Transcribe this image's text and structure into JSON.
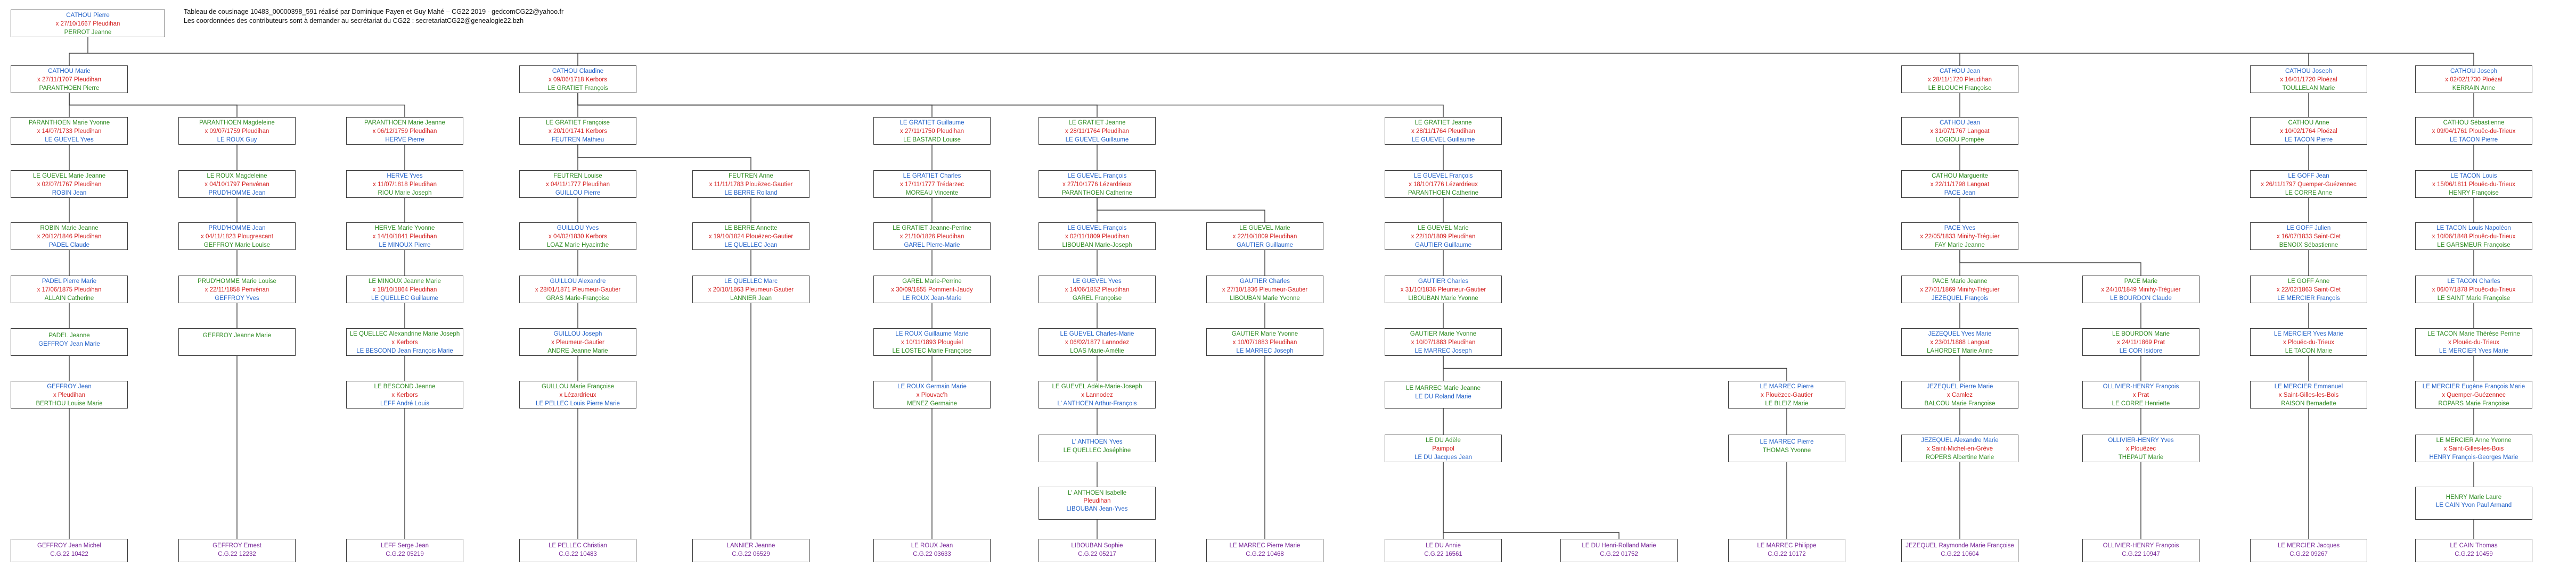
{
  "header": {
    "line1": "Tableau de cousinage 10483_00000398_591 réalisé par Dominique Payen et Guy Mahé – CG22 2019 - gedcomCG22@yahoo.fr",
    "line2": "Les coordonnées des contributeurs sont à demander au secrétariat du CG22 :  secretariatCG22@genealogie22.bzh"
  },
  "colors": {
    "name": "#2563c9",
    "name_green": "#2e8b22",
    "date": "#d42020",
    "spouse": "#2e8b22",
    "descendant": "#7a2a9a",
    "border": "#3a3a3a"
  },
  "boxes": [
    {
      "id": "r0",
      "name": "CATHOU Pierre",
      "date": "x 27/10/1667 Pleudihan",
      "spouse": "PERROT Jeanne"
    },
    {
      "id": "a1",
      "name": "CATHOU Marie",
      "date": "x 27/11/1707 Pleudihan",
      "spouse": "PARANTHOEN Pierre"
    },
    {
      "id": "a2",
      "name": "CATHOU Claudine",
      "date": "x 09/06/1718 Kerbors",
      "spouse": "LE GRATIET François"
    },
    {
      "id": "a3",
      "name": "CATHOU Jean",
      "date": "x 28/11/1720 Pleudihan",
      "spouse": "LE BLOUCH Françoise"
    },
    {
      "id": "a4",
      "name": "CATHOU Joseph",
      "date": "x 16/01/1720 Ploézal",
      "spouse": "TOULLELAN Marie"
    },
    {
      "id": "a5",
      "name": "CATHOU Joseph",
      "date": "x 02/02/1730 Ploézal",
      "spouse": "KERRAIN Anne"
    },
    {
      "id": "b1",
      "name": "PARANTHOEN Marie Yvonne",
      "date": "x 14/07/1733 Pleudihan",
      "spouse": "LE GUEVEL Yves",
      "green": true
    },
    {
      "id": "b2",
      "name": "PARANTHOEN Magdeleine",
      "date": "x 09/07/1759 Pleudihan",
      "spouse": "LE ROUX Guy",
      "green": true
    },
    {
      "id": "b3",
      "name": "PARANTHOEN Marie Jeanne",
      "date": "x 06/12/1759 Pleudihan",
      "spouse": "HERVE Pierre",
      "green": true
    },
    {
      "id": "b4",
      "name": "LE GRATIET Françoise",
      "date": "x 20/10/1741 Kerbors",
      "spouse": "FEUTREN Mathieu",
      "green": true
    },
    {
      "id": "b5",
      "name": "LE GRATIET Guillaume",
      "date": "x 27/11/1750 Pleudihan",
      "spouse": "LE BASTARD Louise"
    },
    {
      "id": "b6",
      "name": "LE GRATIET Jeanne",
      "date": "x 28/11/1764 Pleudihan",
      "spouse": "LE GUEVEL Guillaume",
      "green": true
    },
    {
      "id": "b7",
      "name": "LE GRATIET Jeanne",
      "date": "x 28/11/1764 Pleudihan",
      "spouse": "LE GUEVEL Guillaume",
      "green": true
    },
    {
      "id": "b8",
      "name": "CATHOU Jean",
      "date": "x 31/07/1767 Langoat",
      "spouse": "LOGIOU Pompée"
    },
    {
      "id": "b9",
      "name": "CATHOU Anne",
      "date": "x 10/02/1764 Ploézal",
      "spouse": "LE TACON Pierre",
      "green": true
    },
    {
      "id": "b10",
      "name": "CATHOU Sébastienne",
      "date": "x 09/04/1761 Plouëc-du-Trieux",
      "spouse": "LE TACON Pierre",
      "green": true
    },
    {
      "id": "c1",
      "name": "LE GUEVEL Marie Jeanne",
      "date": "x 02/07/1767 Pleudihan",
      "spouse": "ROBIN Jean",
      "green": true
    },
    {
      "id": "c2",
      "name": "LE ROUX Magdeleine",
      "date": "x 04/10/1797 Penvénan",
      "spouse": "PRUD'HOMME Jean",
      "green": true
    },
    {
      "id": "c3",
      "name": "HERVE Yves",
      "date": "x 11/07/1818 Pleudihan",
      "spouse": "RIOU Marie Joseph"
    },
    {
      "id": "c4",
      "name": "FEUTREN Louise",
      "date": "x 04/11/1777 Pleudihan",
      "spouse": "GUILLOU Pierre",
      "green": true
    },
    {
      "id": "c5",
      "name": "FEUTREN Anne",
      "date": "x 11/11/1783 Plouëzec-Gautier",
      "spouse": "LE BERRE Rolland",
      "green": true
    },
    {
      "id": "c6",
      "name": "LE GRATIET Charles",
      "date": "x 17/11/1777 Trédarzec",
      "spouse": "MOREAU Vincente"
    },
    {
      "id": "c7",
      "name": "LE GUEVEL François",
      "date": "x 27/10/1776 Lézardrieux",
      "spouse": "PARANTHOEN Catherine"
    },
    {
      "id": "c8",
      "name": "LE GUEVEL François",
      "date": "x 18/10/1776 Lézardrieux",
      "spouse": "PARANTHOEN Catherine"
    },
    {
      "id": "c9",
      "name": "CATHOU Marguerite",
      "date": "x 22/11/1798 Langoat",
      "spouse": "PACE Jean",
      "green": true
    },
    {
      "id": "c10",
      "name": "LE GOFF Jean",
      "date": "x 26/11/1797 Quemper-Guézennec",
      "spouse": "LE CORRE Anne"
    },
    {
      "id": "c11",
      "name": "LE TACON Louis",
      "date": "x 15/06/1811 Plouëc-du-Trieux",
      "spouse": "HENRY Françoise"
    },
    {
      "id": "d1",
      "name": "ROBIN Marie Jeanne",
      "date": "x 20/12/1846 Pleudihan",
      "spouse": "PADEL Claude",
      "green": true
    },
    {
      "id": "d2",
      "name": "PRUD'HOMME Jean",
      "date": "x 04/11/1823 Plougrescant",
      "spouse": "GEFFROY Marie Louise"
    },
    {
      "id": "d3",
      "name": "HERVE Marie Yvonne",
      "date": "x 14/10/1841 Pleudihan",
      "spouse": "LE MINOUX Pierre",
      "green": true
    },
    {
      "id": "d4",
      "name": "GUILLOU Yves",
      "date": "x 04/02/1830 Kerbors",
      "spouse": "LOAZ Marie Hyacinthe"
    },
    {
      "id": "d5",
      "name": "LE BERRE Annette",
      "date": "x 19/10/1824 Plouëzec-Gautier",
      "spouse": "LE QUELLEC Jean",
      "green": true
    },
    {
      "id": "d6",
      "name": "LE GRATIET Jeanne-Perrine",
      "date": "x 21/10/1826 Pleudihan",
      "spouse": "GAREL Pierre-Marie",
      "green": true
    },
    {
      "id": "d7",
      "name": "LE GUEVEL François",
      "date": "x 02/11/1809 Pleudihan",
      "spouse": "LIBOUBAN Marie-Joseph"
    },
    {
      "id": "d8",
      "name": "LE GUEVEL Marie",
      "date": "x 22/10/1809 Pleudihan",
      "spouse": "GAUTIER Guillaume",
      "green": true
    },
    {
      "id": "d9",
      "name": "LE GUEVEL Marie",
      "date": "x 22/10/1809 Pleudihan",
      "spouse": "GAUTIER Guillaume",
      "green": true
    },
    {
      "id": "d10",
      "name": "PACE Yves",
      "date": "x 22/05/1833 Minihy-Tréguier",
      "spouse": "FAY Marie Jeanne"
    },
    {
      "id": "d11",
      "name": "LE GOFF Julien",
      "date": "x 16/07/1833 Saint-Clet",
      "spouse": "BENOIX Sébastienne"
    },
    {
      "id": "d12",
      "name": "LE TACON Louis Napoléon",
      "date": "x 10/06/1848 Plouëc-du-Trieux",
      "spouse": "LE GARSMEUR Françoise"
    },
    {
      "id": "e1",
      "name": "PADEL Pierre Marie",
      "date": "x 17/06/1875 Pleudihan",
      "spouse": "ALLAIN Catherine"
    },
    {
      "id": "e2",
      "name": "PRUD'HOMME Marie Louise",
      "date": "x 22/11/1858 Penvénan",
      "spouse": "GEFFROY Yves",
      "green": true
    },
    {
      "id": "e3",
      "name": "LE MINOUX Jeanne Marie",
      "date": "x 18/10/1864 Pleudihan",
      "spouse": "LE QUELLEC Guillaume",
      "green": true
    },
    {
      "id": "e4",
      "name": "GUILLOU Alexandre",
      "date": "x 28/01/1871 Pleumeur-Gautier",
      "spouse": "GRAS Marie-Françoise"
    },
    {
      "id": "e5",
      "name": "LE QUELLEC Marc",
      "date": "x 20/10/1863 Pleumeur-Gautier",
      "spouse": "LANNIER Jean"
    },
    {
      "id": "e6",
      "name": "GAREL Marie-Perrine",
      "date": "x 30/09/1855 Pommerit-Jaudy",
      "spouse": "LE ROUX Jean-Marie",
      "green": true
    },
    {
      "id": "e7",
      "name": "LE GUEVEL Yves",
      "date": "x 14/06/1852 Pleudihan",
      "spouse": "GAREL Françoise"
    },
    {
      "id": "e8",
      "name": "GAUTIER Charles",
      "date": "x 27/10/1836 Pleumeur-Gautier",
      "spouse": "LIBOUBAN Marie Yvonne"
    },
    {
      "id": "e9",
      "name": "GAUTIER Charles",
      "date": "x 31/10/1836 Pleumeur-Gautier",
      "spouse": "LIBOUBAN Marie Yvonne"
    },
    {
      "id": "e10",
      "name": "PACE Marie Jeanne",
      "date": "x 27/01/1869 Minihy-Tréguier",
      "spouse": "JEZEQUEL François",
      "green": true
    },
    {
      "id": "e11",
      "name": "PACE Marie",
      "date": "x 24/10/1849 Minihy-Tréguier",
      "spouse": "LE BOURDON Claude",
      "green": true
    },
    {
      "id": "e12",
      "name": "LE GOFF Anne",
      "date": "x 22/02/1863 Saint-Clet",
      "spouse": "LE MERCIER François",
      "green": true
    },
    {
      "id": "e13",
      "name": "LE TACON Charles",
      "date": "x 06/07/1878 Plouëc-du-Trieux",
      "spouse": "LE SAINT Marie Françoise"
    },
    {
      "id": "f1",
      "name": "PADEL Jeanne",
      "date": "",
      "spouse": "GEFFROY Jean Marie",
      "green": true
    },
    {
      "id": "f2",
      "name": "GEFFROY Jeanne Marie",
      "date": "",
      "spouse": "",
      "green": true
    },
    {
      "id": "f3",
      "name": "LE QUELLEC Alexandrine Marie Joseph",
      "date": "x          Kerbors",
      "spouse": "LE BESCOND Jean François Marie",
      "green": true
    },
    {
      "id": "f4",
      "name": "GUILLOU Joseph",
      "date": "x          Pleumeur-Gautier",
      "spouse": "ANDRE Jeanne Marie"
    },
    {
      "id": "f5",
      "name": "LE ROUX Guillaume Marie",
      "date": "x 10/11/1893 Plouguiel",
      "spouse": "LE LOSTEC Marie Françoise"
    },
    {
      "id": "f6",
      "name": "LE GUEVEL Charles-Marie",
      "date": "x 06/02/1877 Lannodez",
      "spouse": "LOAS Marie-Amélie"
    },
    {
      "id": "f7",
      "name": "GAUTIER Marie Yvonne",
      "date": "x 10/07/1883 Pleudihan",
      "spouse": "LE MARREC Joseph",
      "green": true
    },
    {
      "id": "f8",
      "name": "GAUTIER Marie Yvonne",
      "date": "x 10/07/1883 Pleudihan",
      "spouse": "LE MARREC Joseph",
      "green": true
    },
    {
      "id": "f9",
      "name": "JEZEQUEL Yves Marie",
      "date": "x 23/01/1888 Langoat",
      "spouse": "LAHORDET Marie Anne"
    },
    {
      "id": "f10",
      "name": "LE BOURDON Marie",
      "date": "x 24/11/1869 Prat",
      "spouse": "LE COR Isidore",
      "green": true
    },
    {
      "id": "f11",
      "name": "LE MERCIER Yves Marie",
      "date": "x          Plouëc-du-Trieux",
      "spouse": "LE TACON Marie"
    },
    {
      "id": "f12",
      "name": "LE TACON Marie Thérèse Perrine",
      "date": "x          Plouëc-du-Trieux",
      "spouse": "LE MERCIER Yves Marie",
      "green": true
    },
    {
      "id": "g1",
      "name": "GEFFROY Jean",
      "date": "x          Pleudihan",
      "spouse": "BERTHOU Louise Marie"
    },
    {
      "id": "g2",
      "name": "LE BESCOND Jeanne",
      "date": "x          Kerbors",
      "spouse": "LEFF André Louis",
      "green": true
    },
    {
      "id": "g3",
      "name": "GUILLOU Marie Françoise",
      "date": "x          Lézardrieux",
      "spouse": "LE PELLEC Louis Pierre Marie",
      "green": true
    },
    {
      "id": "g4",
      "name": "LE ROUX Germain Marie",
      "date": "x          Plouvac'h",
      "spouse": "MENEZ Germaine"
    },
    {
      "id": "g5",
      "name": "LE GUEVEL Adèle-Marie-Joseph",
      "date": "x          Lannodez",
      "spouse": "L' ANTHOEN Arthur-François",
      "green": true
    },
    {
      "id": "g6",
      "name": "LE MARREC Marie Jeanne",
      "date": "",
      "spouse": "LE DU Roland Marie",
      "green": true
    },
    {
      "id": "g7",
      "name": "LE MARREC Pierre",
      "date": "x          Plouëzec-Gautier",
      "spouse": "LE BLEIZ Marie"
    },
    {
      "id": "g8",
      "name": "JEZEQUEL Pierre Marie",
      "date": "x          Camlez",
      "spouse": "BALCOU Marie Françoise"
    },
    {
      "id": "g9",
      "name": "OLLIVIER-HENRY François",
      "date": "x          Prat",
      "spouse": "LE CORRE Henriette"
    },
    {
      "id": "g10",
      "name": "LE MERCIER Emmanuel",
      "date": "x          Saint-Gilles-les-Bois",
      "spouse": "RAISON Bernadette"
    },
    {
      "id": "g11",
      "name": "LE MERCIER Eugène François Marie",
      "date": "x          Quemper-Guézennec",
      "spouse": "ROPARS Marie Françoise"
    },
    {
      "id": "h1",
      "name": "L' ANTHOEN Yves",
      "date": "",
      "spouse": "LE QUELLEC Joséphine"
    },
    {
      "id": "h2",
      "name": "LE DU Adèle",
      "date": "Paimpol",
      "spouse": "LE DU Jacques Jean",
      "green": true
    },
    {
      "id": "h3",
      "name": "LE MARREC Pierre",
      "date": "",
      "spouse": "THOMAS Yvonne"
    },
    {
      "id": "h4",
      "name": "JEZEQUEL Alexandre Marie",
      "date": "x          Saint-Michel-en-Grève",
      "spouse": "ROPERS Albertine Marie"
    },
    {
      "id": "h5",
      "name": "OLLIVIER-HENRY Yves",
      "date": "x          Plouëzec",
      "spouse": "THEPAUT Marie"
    },
    {
      "id": "h6",
      "name": "LE MERCIER Anne Yvonne",
      "date": "x          Saint-Gilles-les-Bois",
      "spouse": "HENRY François-Georges Marie",
      "green": true
    },
    {
      "id": "i1",
      "name": "L' ANTHOEN Isabelle",
      "date": "Pleudihan",
      "spouse": "LIBOUBAN Jean-Yves",
      "green": true
    },
    {
      "id": "i2",
      "name": "HENRY Marie Laure",
      "date": "",
      "spouse": "LE CAIN Yvon Paul Armand",
      "green": true
    }
  ],
  "bottom": [
    {
      "id": "z1",
      "name": "GEFFROY Jean Michel",
      "code": "C.G.22 10422"
    },
    {
      "id": "z2",
      "name": "GEFFROY Ernest",
      "code": "C.G.22 12232"
    },
    {
      "id": "z3",
      "name": "LEFF Serge Jean",
      "code": "C.G.22 05219"
    },
    {
      "id": "z4",
      "name": "LE PELLEC Christian",
      "code": "C.G.22 10483"
    },
    {
      "id": "z5",
      "name": "LANNIER Jeanne",
      "code": "C.G.22 06529"
    },
    {
      "id": "z6",
      "name": "LE ROUX Jean",
      "code": "C.G.22 03633"
    },
    {
      "id": "z7",
      "name": "LIBOUBAN Sophie",
      "code": "C.G.22 05217"
    },
    {
      "id": "z8",
      "name": "LE MARREC Pierre Marie",
      "code": "C.G.22 10468"
    },
    {
      "id": "z9",
      "name": "LE DU Annie",
      "code": "C.G.22 16561"
    },
    {
      "id": "z10",
      "name": "LE DU Henri-Rolland Marie",
      "code": "C.G.22 01752"
    },
    {
      "id": "z11",
      "name": "LE MARREC Philippe",
      "code": "C.G.22 10172"
    },
    {
      "id": "z12",
      "name": "JEZEQUEL Raymonde Marie Françoise",
      "code": "C.G.22 10604"
    },
    {
      "id": "z13",
      "name": "OLLIVIER-HENRY François",
      "code": "C.G.22 10947"
    },
    {
      "id": "z14",
      "name": "LE MERCIER Jacques",
      "code": "C.G.22 09267"
    },
    {
      "id": "z15",
      "name": "LE CAIN Thomas",
      "code": "C.G.22 10459"
    }
  ]
}
